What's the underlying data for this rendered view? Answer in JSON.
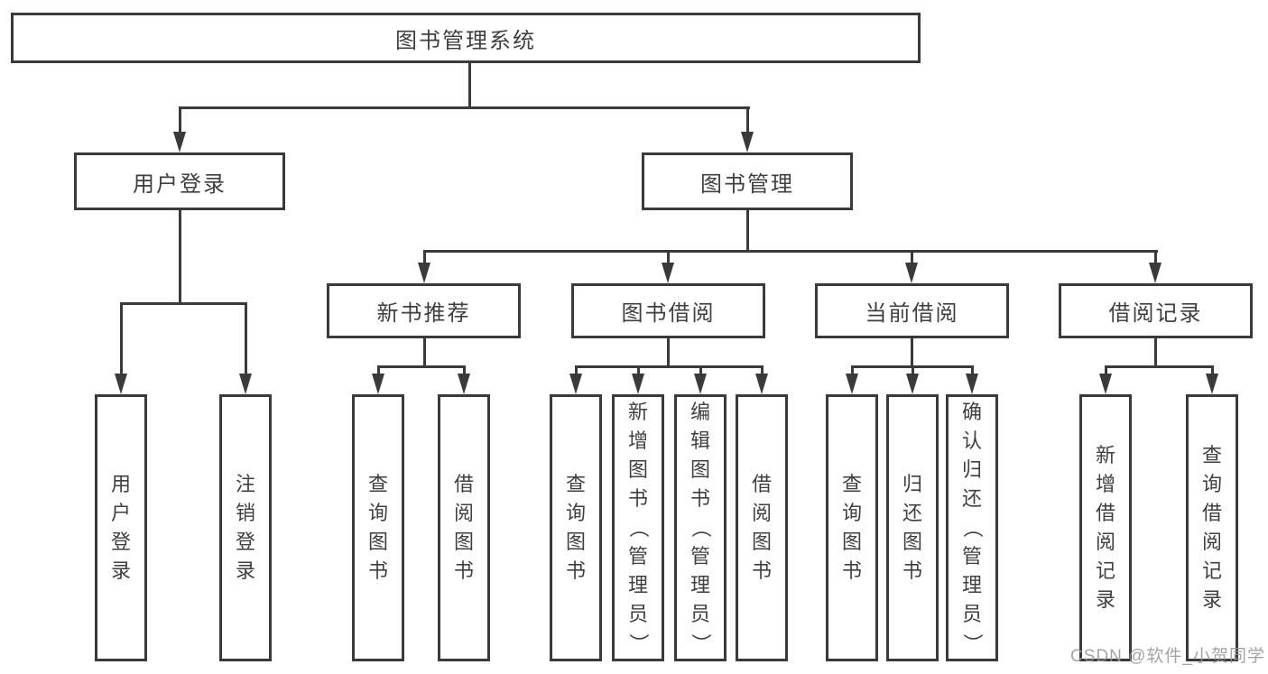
{
  "tree": {
    "root": {
      "label": "图书管理系统",
      "children": [
        {
          "label": "用户登录",
          "children": [
            {
              "label": "用户登录"
            },
            {
              "label": "注销登录"
            }
          ]
        },
        {
          "label": "图书管理",
          "children": [
            {
              "label": "新书推荐",
              "children": [
                {
                  "label": "查询图书"
                },
                {
                  "label": "借阅图书"
                }
              ]
            },
            {
              "label": "图书借阅",
              "children": [
                {
                  "label": "查询图书"
                },
                {
                  "label": "新增图书（管理员）"
                },
                {
                  "label": "编辑图书（管理员）"
                },
                {
                  "label": "借阅图书"
                }
              ]
            },
            {
              "label": "当前借阅",
              "children": [
                {
                  "label": "查询图书"
                },
                {
                  "label": "归还图书"
                },
                {
                  "label": "确认归还（管理员）"
                }
              ]
            },
            {
              "label": "借阅记录",
              "children": [
                {
                  "label": "新增借阅记录"
                },
                {
                  "label": "查询借阅记录"
                }
              ]
            }
          ]
        }
      ]
    }
  },
  "watermark": {
    "text": "CSDN @软件_小贺同学"
  },
  "colors": {
    "line": "#3a3a3a",
    "text": "#3f3f3f",
    "watermark": "#969696",
    "background": "#ffffff"
  }
}
